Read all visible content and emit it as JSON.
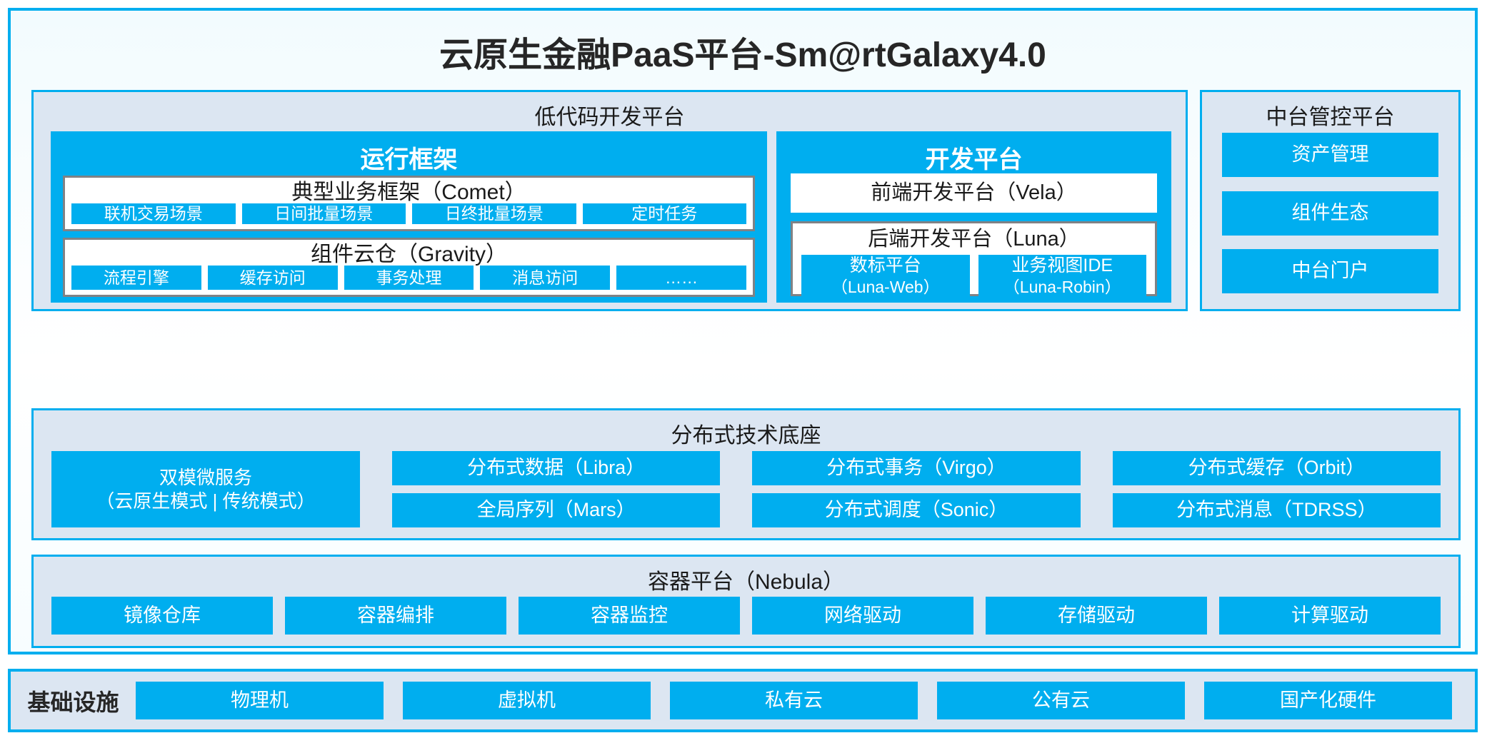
{
  "title": "云原生金融PaaS平台-Sm@rtGalaxy4.0",
  "colors": {
    "accent_blue": "#00AEEF",
    "panel_bg": "#DCE6F2",
    "box_border_gray": "#808285",
    "text_dark": "#262626"
  },
  "lowcode": {
    "title": "低代码开发平台",
    "runtime": {
      "title": "运行框架",
      "comet": {
        "title": "典型业务框架（Comet）",
        "tiles": [
          "联机交易场景",
          "日间批量场景",
          "日终批量场景",
          "定时任务"
        ]
      },
      "gravity": {
        "title": "组件云仓（Gravity）",
        "tiles": [
          "流程引擎",
          "缓存访问",
          "事务处理",
          "消息访问",
          "……"
        ]
      }
    },
    "dev": {
      "title": "开发平台",
      "vela": {
        "title": "前端开发平台（Vela）"
      },
      "luna": {
        "title": "后端开发平台（Luna）",
        "tiles": [
          {
            "name": "数标平台",
            "code": "（Luna-Web）"
          },
          {
            "name": "业务视图IDE",
            "code": "（Luna-Robin）"
          }
        ]
      }
    }
  },
  "midoffice": {
    "title": "中台管控平台",
    "tiles": [
      "资产管理",
      "组件生态",
      "中台门户"
    ]
  },
  "foundation": {
    "title": "分布式技术底座",
    "dualmode": {
      "name": "双模微服务",
      "modes": "（云原生模式 | 传统模式）"
    },
    "columns": [
      [
        "分布式数据（Libra）",
        "全局序列（Mars）"
      ],
      [
        "分布式事务（Virgo）",
        "分布式调度（Sonic）"
      ],
      [
        "分布式缓存（Orbit）",
        "分布式消息（TDRSS）"
      ]
    ]
  },
  "container": {
    "title": "容器平台（Nebula）",
    "tiles": [
      "镜像仓库",
      "容器编排",
      "容器监控",
      "网络驱动",
      "存储驱动",
      "计算驱动"
    ]
  },
  "infrastructure": {
    "label": "基础设施",
    "tiles": [
      "物理机",
      "虚拟机",
      "私有云",
      "公有云",
      "国产化硬件"
    ]
  }
}
